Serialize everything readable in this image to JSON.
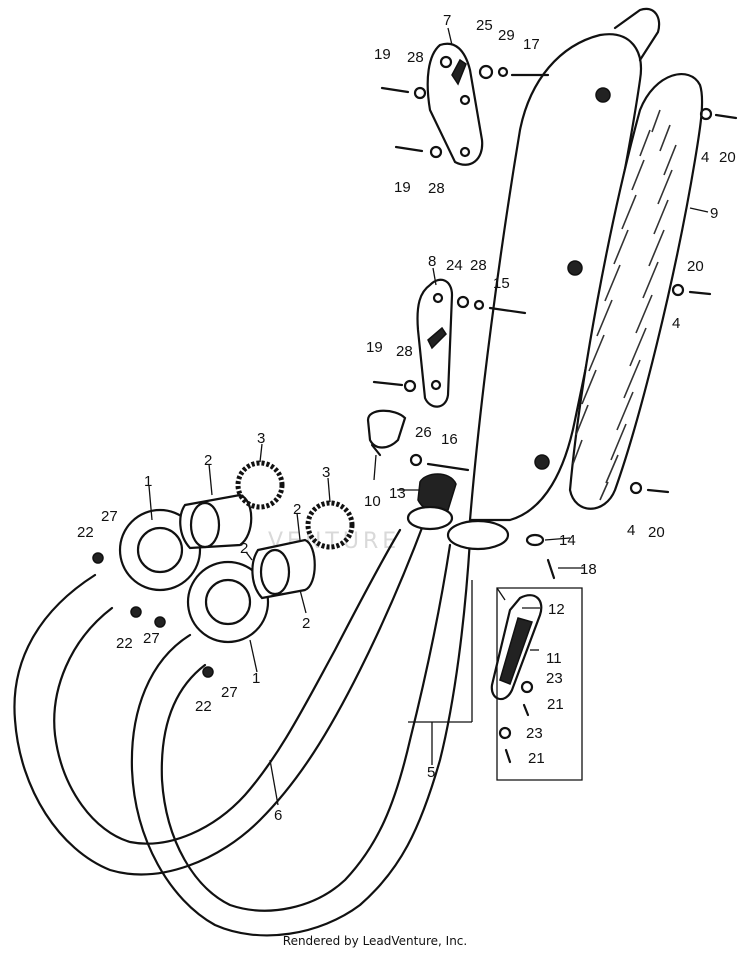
{
  "credit": "Rendered by LeadVenture, Inc.",
  "watermark": "VENTURE",
  "callouts": [
    {
      "id": "c1a",
      "text": "1"
    },
    {
      "id": "c1b",
      "text": "1"
    },
    {
      "id": "c2a",
      "text": "2"
    },
    {
      "id": "c2b",
      "text": "2"
    },
    {
      "id": "c2c",
      "text": "2"
    },
    {
      "id": "c2d",
      "text": "2"
    },
    {
      "id": "c3a",
      "text": "3"
    },
    {
      "id": "c3b",
      "text": "3"
    },
    {
      "id": "c4a",
      "text": "4"
    },
    {
      "id": "c4b",
      "text": "4"
    },
    {
      "id": "c4c",
      "text": "4"
    },
    {
      "id": "c5",
      "text": "5"
    },
    {
      "id": "c6",
      "text": "6"
    },
    {
      "id": "c7",
      "text": "7"
    },
    {
      "id": "c8",
      "text": "8"
    },
    {
      "id": "c9",
      "text": "9"
    },
    {
      "id": "c10",
      "text": "10"
    },
    {
      "id": "c11",
      "text": "11"
    },
    {
      "id": "c12",
      "text": "12"
    },
    {
      "id": "c13",
      "text": "13"
    },
    {
      "id": "c14",
      "text": "14"
    },
    {
      "id": "c15",
      "text": "15"
    },
    {
      "id": "c16",
      "text": "16"
    },
    {
      "id": "c17",
      "text": "17"
    },
    {
      "id": "c18",
      "text": "18"
    },
    {
      "id": "c19a",
      "text": "19"
    },
    {
      "id": "c19b",
      "text": "19"
    },
    {
      "id": "c19c",
      "text": "19"
    },
    {
      "id": "c20a",
      "text": "20"
    },
    {
      "id": "c20b",
      "text": "20"
    },
    {
      "id": "c20c",
      "text": "20"
    },
    {
      "id": "c21a",
      "text": "21"
    },
    {
      "id": "c21b",
      "text": "21"
    },
    {
      "id": "c22a",
      "text": "22"
    },
    {
      "id": "c22b",
      "text": "22"
    },
    {
      "id": "c22c",
      "text": "22"
    },
    {
      "id": "c23a",
      "text": "23"
    },
    {
      "id": "c23b",
      "text": "23"
    },
    {
      "id": "c24",
      "text": "24"
    },
    {
      "id": "c25",
      "text": "25"
    },
    {
      "id": "c26",
      "text": "26"
    },
    {
      "id": "c27a",
      "text": "27"
    },
    {
      "id": "c27b",
      "text": "27"
    },
    {
      "id": "c27c",
      "text": "27"
    },
    {
      "id": "c28a",
      "text": "28"
    },
    {
      "id": "c28b",
      "text": "28"
    },
    {
      "id": "c28c",
      "text": "28"
    },
    {
      "id": "c28d",
      "text": "28"
    },
    {
      "id": "c29",
      "text": "29"
    }
  ]
}
